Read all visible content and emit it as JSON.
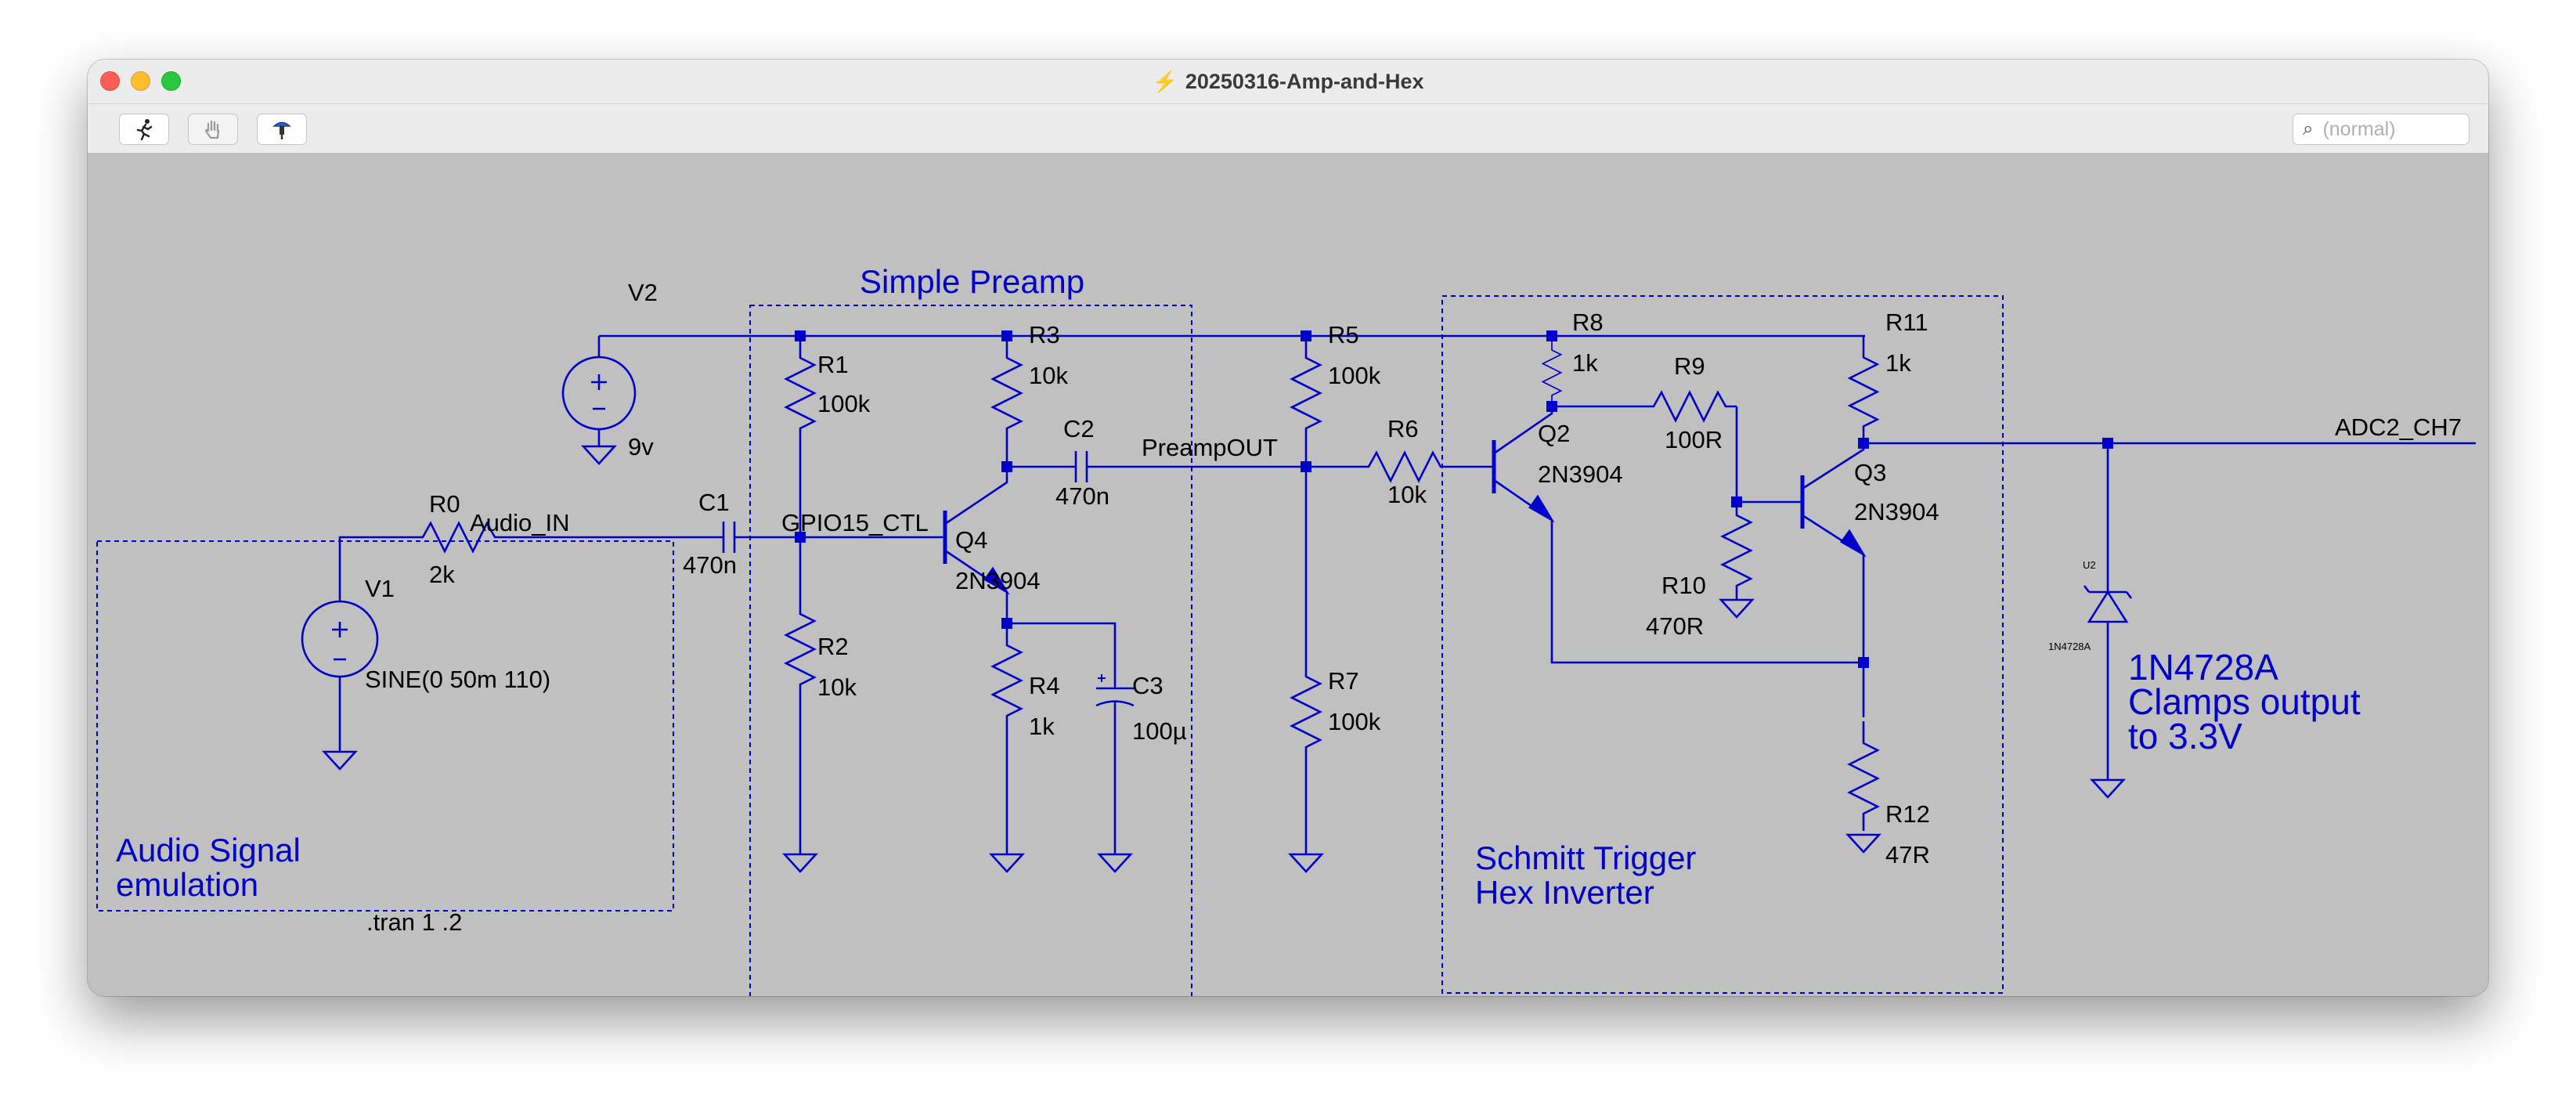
{
  "window": {
    "title": "20250316-Amp-and-Hex",
    "title_icon": "lightning-run-icon"
  },
  "toolbar": {
    "buttons": [
      {
        "name": "run-button",
        "icon": "running-man-icon"
      },
      {
        "name": "halt-button",
        "icon": "hand-icon"
      },
      {
        "name": "probe-button",
        "icon": "probe-icon"
      }
    ],
    "search": {
      "value": "",
      "placeholder": "(normal)"
    }
  },
  "colors": {
    "wire": "#0000cc",
    "canvas": "#c0c0c0",
    "titlebar": "#ececec"
  },
  "schematic": {
    "boxes": {
      "audio": {
        "line1": "Audio Signal",
        "line2": "emulation"
      },
      "preamp": {
        "title": "Simple Preamp"
      },
      "schmitt": {
        "line1": "Schmitt Trigger",
        "line2": "Hex Inverter"
      }
    },
    "components": {
      "R0": {
        "ref": "R0",
        "value": "2k"
      },
      "R1": {
        "ref": "R1",
        "value": "100k"
      },
      "R2": {
        "ref": "R2",
        "value": "10k"
      },
      "R3": {
        "ref": "R3",
        "value": "10k"
      },
      "R4": {
        "ref": "R4",
        "value": "1k"
      },
      "R5": {
        "ref": "R5",
        "value": "100k"
      },
      "R6": {
        "ref": "R6",
        "value": "10k"
      },
      "R7": {
        "ref": "R7",
        "value": "100k"
      },
      "R8": {
        "ref": "R8",
        "value": "1k"
      },
      "R9": {
        "ref": "R9",
        "value": "100R"
      },
      "R10": {
        "ref": "R10",
        "value": "470R"
      },
      "R11": {
        "ref": "R11",
        "value": "1k"
      },
      "R12": {
        "ref": "R12",
        "value": "47R"
      },
      "C1": {
        "ref": "C1",
        "value": "470n"
      },
      "C2": {
        "ref": "C2",
        "value": "470n"
      },
      "C3": {
        "ref": "C3",
        "value": "100µ"
      },
      "V1": {
        "ref": "V1",
        "value": "SINE(0 50m 110)"
      },
      "V2": {
        "ref": "V2",
        "value": "9v"
      },
      "Q2": {
        "ref": "Q2",
        "value": "2N3904"
      },
      "Q3": {
        "ref": "Q3",
        "value": "2N3904"
      },
      "Q4": {
        "ref": "Q4",
        "value": "2N3904"
      },
      "U2": {
        "ref": "U2",
        "value": "1N4728A"
      }
    },
    "nets": {
      "audio_in": "Audio_IN",
      "gpio": "GPIO15_CTL",
      "preamp_out": "PreampOUT",
      "adc": "ADC2_CH7"
    },
    "comments": {
      "zener_line1": "1N4728A",
      "zener_line2": "Clamps output",
      "zener_line3": "to 3.3V",
      "directive": ".tran 1 .2"
    }
  }
}
